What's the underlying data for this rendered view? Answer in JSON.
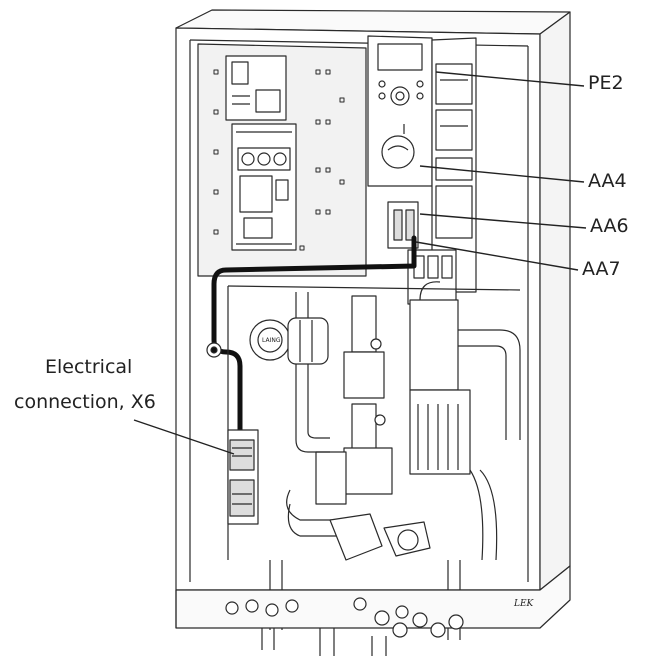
{
  "callouts": {
    "pe2": "PE2",
    "aa4": "AA4",
    "aa6": "AA6",
    "aa7": "AA7",
    "x6_line1": "Electrical",
    "x6_line2": "connection,  X6"
  },
  "logo": {
    "corner_mark": "LEK",
    "pump_label": "LAING"
  },
  "colors": {
    "stroke": "#2a2a2a",
    "cable": "#111111",
    "panel_shade": "#f2f2f2"
  }
}
